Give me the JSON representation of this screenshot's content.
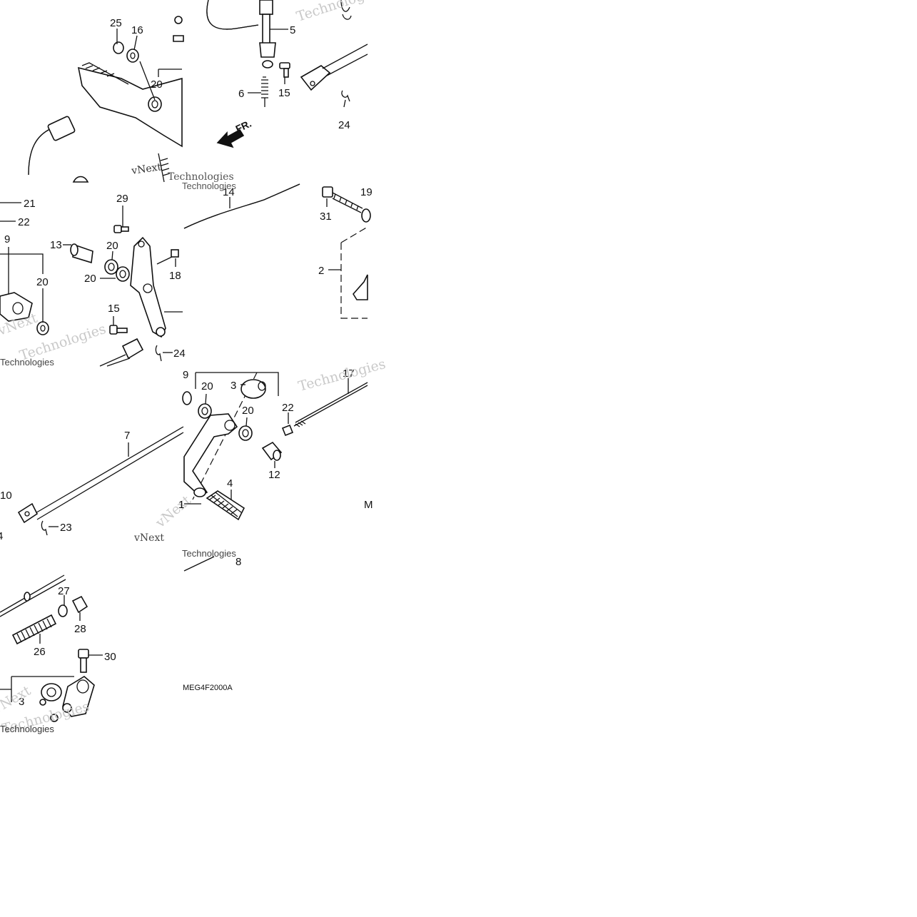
{
  "diagram": {
    "code": "MEG4F2000A",
    "direction": "FR.",
    "watermark_lines": [
      "vNext",
      "Technologies"
    ],
    "callouts": {
      "p1": {
        "25": "25",
        "16": "16",
        "20": "20",
        "5": "5",
        "6": "6",
        "15": "15",
        "24": "24"
      },
      "p2": {
        "21": "21",
        "22": "22",
        "9": "9",
        "13": "13",
        "20a": "20",
        "20b": "20",
        "20c": "20",
        "29": "29",
        "18": "18",
        "15": "15",
        "24": "24",
        "14": "14",
        "31": "31",
        "19": "19",
        "2": "2"
      },
      "p3": {
        "7": "7",
        "10": "10",
        "4": "4",
        "23": "23",
        "9": "9",
        "20a": "20",
        "20b": "20",
        "3": "3",
        "22": "22",
        "17": "17",
        "12": "12",
        "4b": "4",
        "8": "8",
        "1": "1",
        "M": "M"
      },
      "p4": {
        "27": "27",
        "28": "28",
        "26": "26",
        "30": "30"
      }
    }
  }
}
